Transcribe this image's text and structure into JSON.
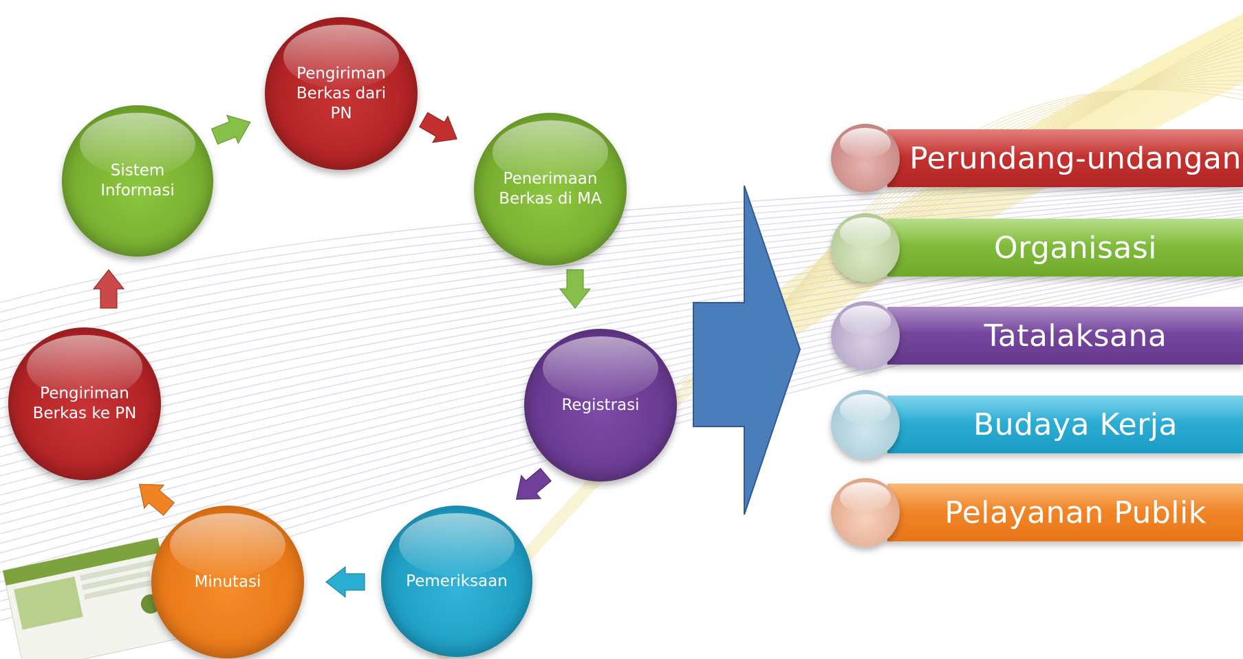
{
  "cycle": {
    "nodes": [
      {
        "label": "Pengiriman\nBerkas dari\nPN",
        "color": "#b52527"
      },
      {
        "label": "Penerimaan\nBerkas di MA",
        "color": "#79b031"
      },
      {
        "label": "Registrasi",
        "color": "#6a3b92"
      },
      {
        "label": "Pemeriksaan",
        "color": "#1f9fc4"
      },
      {
        "label": "Minutasi",
        "color": "#ea7a1a"
      },
      {
        "label": "Pengiriman\nBerkas ke PN",
        "color": "#b32426"
      },
      {
        "label": "Sistem\nInformasi",
        "color": "#79b031"
      }
    ]
  },
  "main_arrow": {
    "color": "#4a7ebb"
  },
  "categories": [
    {
      "label": "Perundang-undangan",
      "color": "#c22f2f"
    },
    {
      "label": "Organisasi",
      "color": "#7fb53a"
    },
    {
      "label": "Tatalaksana",
      "color": "#7143a0"
    },
    {
      "label": "Budaya Kerja",
      "color": "#2aaed4"
    },
    {
      "label": "Pelayanan Publik",
      "color": "#f08424"
    }
  ]
}
